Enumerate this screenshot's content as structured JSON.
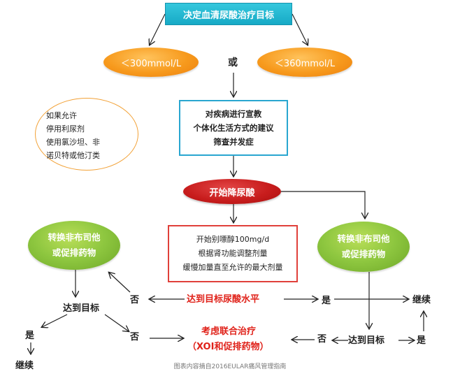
{
  "title": "决定血清尿酸治疗目标",
  "targets": {
    "left": "＜300mmol/L",
    "or": "或",
    "right": "＜360mmol/L"
  },
  "education": {
    "line1": "对疾病进行宣教",
    "line2": "个体化生活方式的建议",
    "line3": "筛查并发症"
  },
  "note": {
    "line1": "如果允许",
    "line2": "停用利尿剂",
    "line3": "使用氯沙坦、非",
    "line4": "诺贝特或他汀类"
  },
  "start": "开始降尿酸",
  "dose": {
    "line1": "开始别嘌醇100mg/d",
    "line2": "根据肾功能调整剂量",
    "line3": "缓慢加量直至允许的最大剂量"
  },
  "switch_left": {
    "line1": "转换非布司他",
    "line2": "或促排药物"
  },
  "switch_right": {
    "line1": "转换非布司他",
    "line2": "或促排药物"
  },
  "target_level": "达到目标尿酸水平",
  "yes": "是",
  "no": "否",
  "reach_target": "达到目标",
  "continue": "继续",
  "combine": {
    "line1": "考虑联合治疗",
    "line2": "（XOI和促排药物）"
  },
  "caption": "图表内容摘自2016EULAR痛风管理指南",
  "colors": {
    "title_bg": "#1fb5cf",
    "orange": "#f79a1d",
    "red": "#c81d1d",
    "green": "#8dc63f",
    "edu_border": "#29a6d0",
    "dose_border": "#e0403a",
    "highlight_text": "#e0221a"
  }
}
